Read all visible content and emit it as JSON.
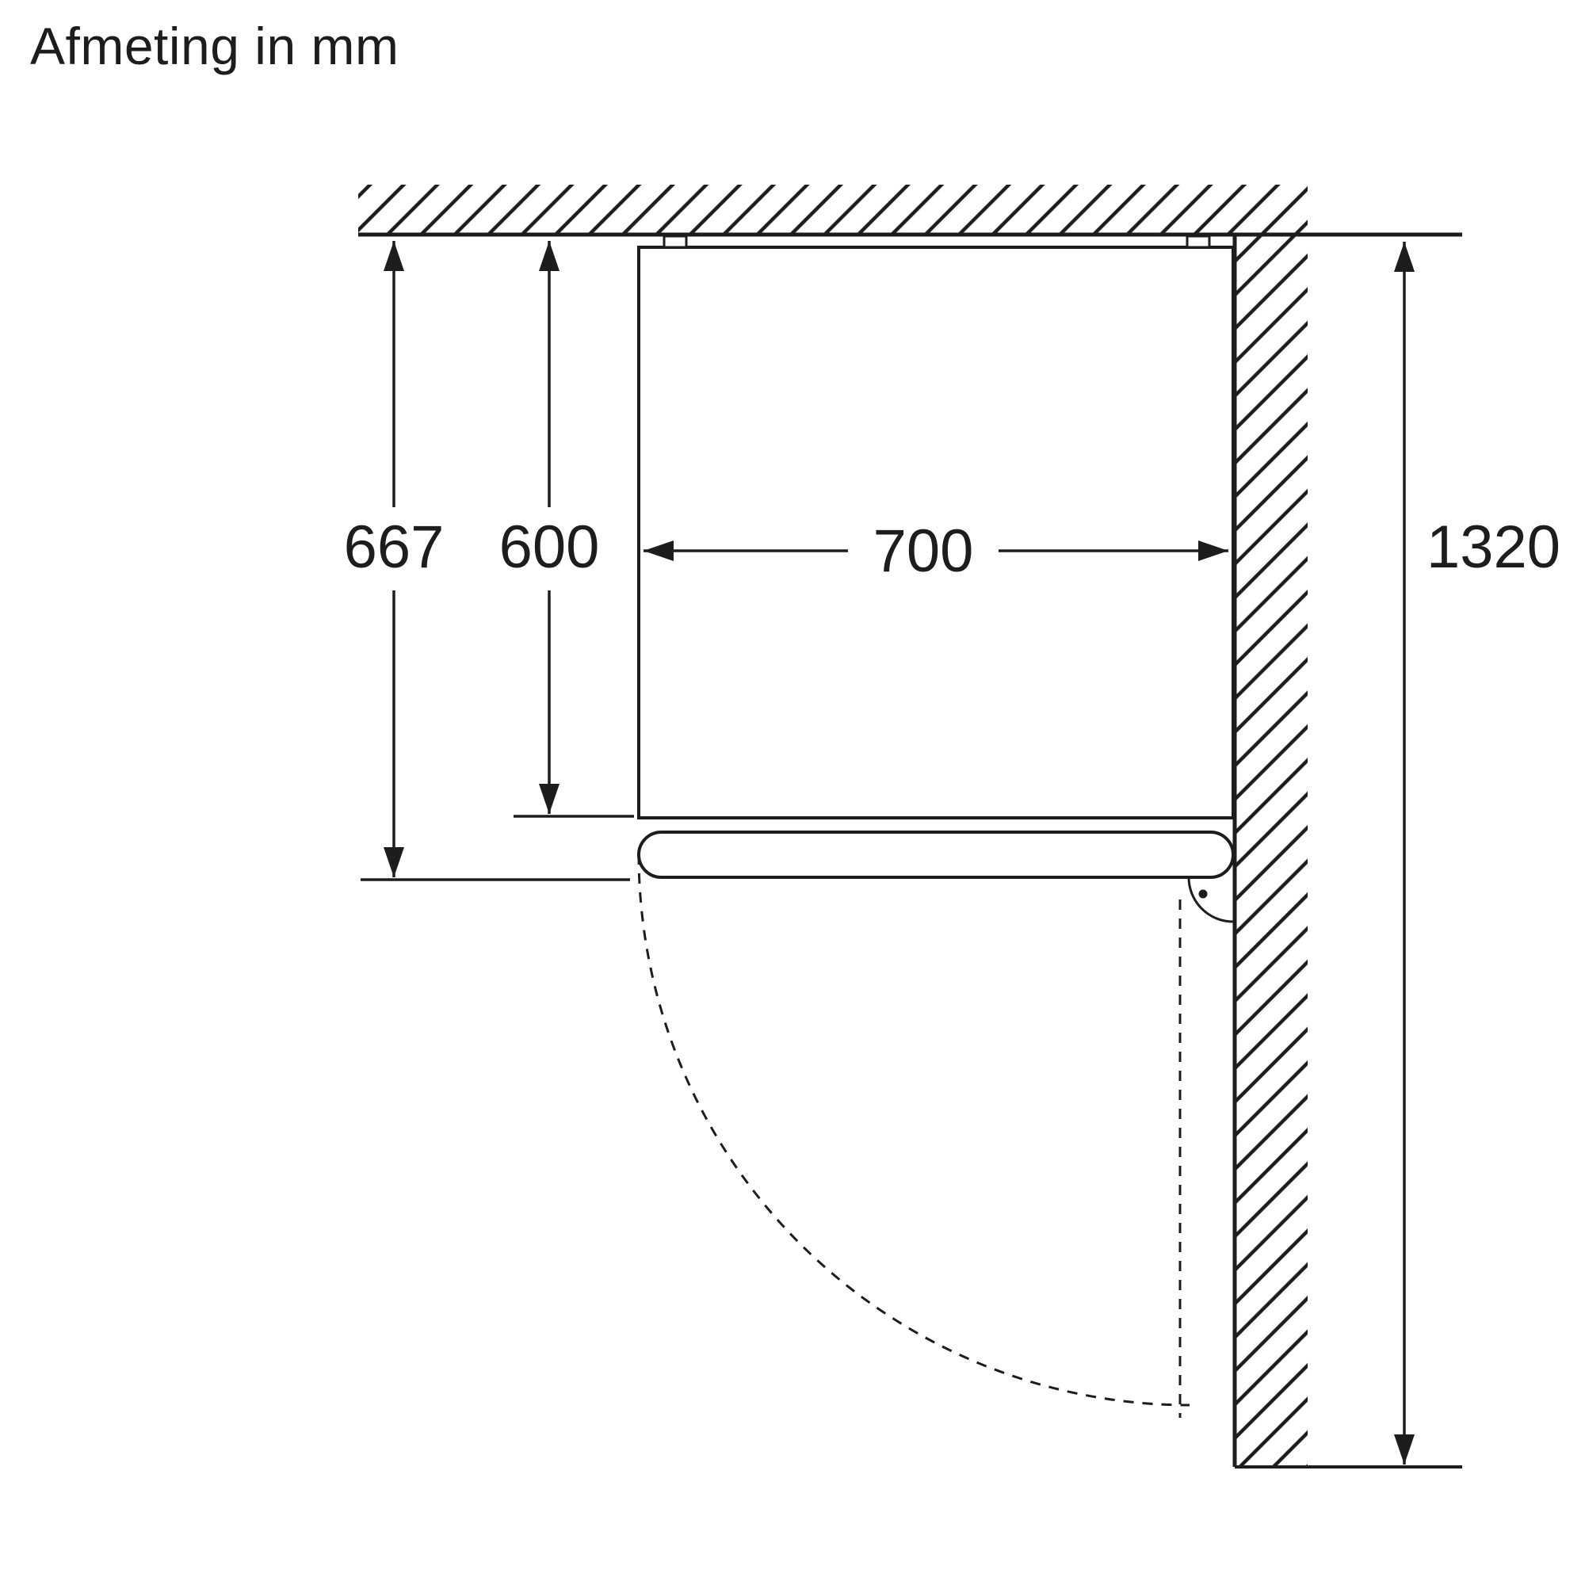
{
  "title": "Afmeting in mm",
  "dimensions": {
    "depth_total": "667",
    "depth_body": "600",
    "width": "700",
    "wall_clearance": "1320"
  },
  "colors": {
    "line": "#1d1d1b",
    "background": "#ffffff"
  }
}
